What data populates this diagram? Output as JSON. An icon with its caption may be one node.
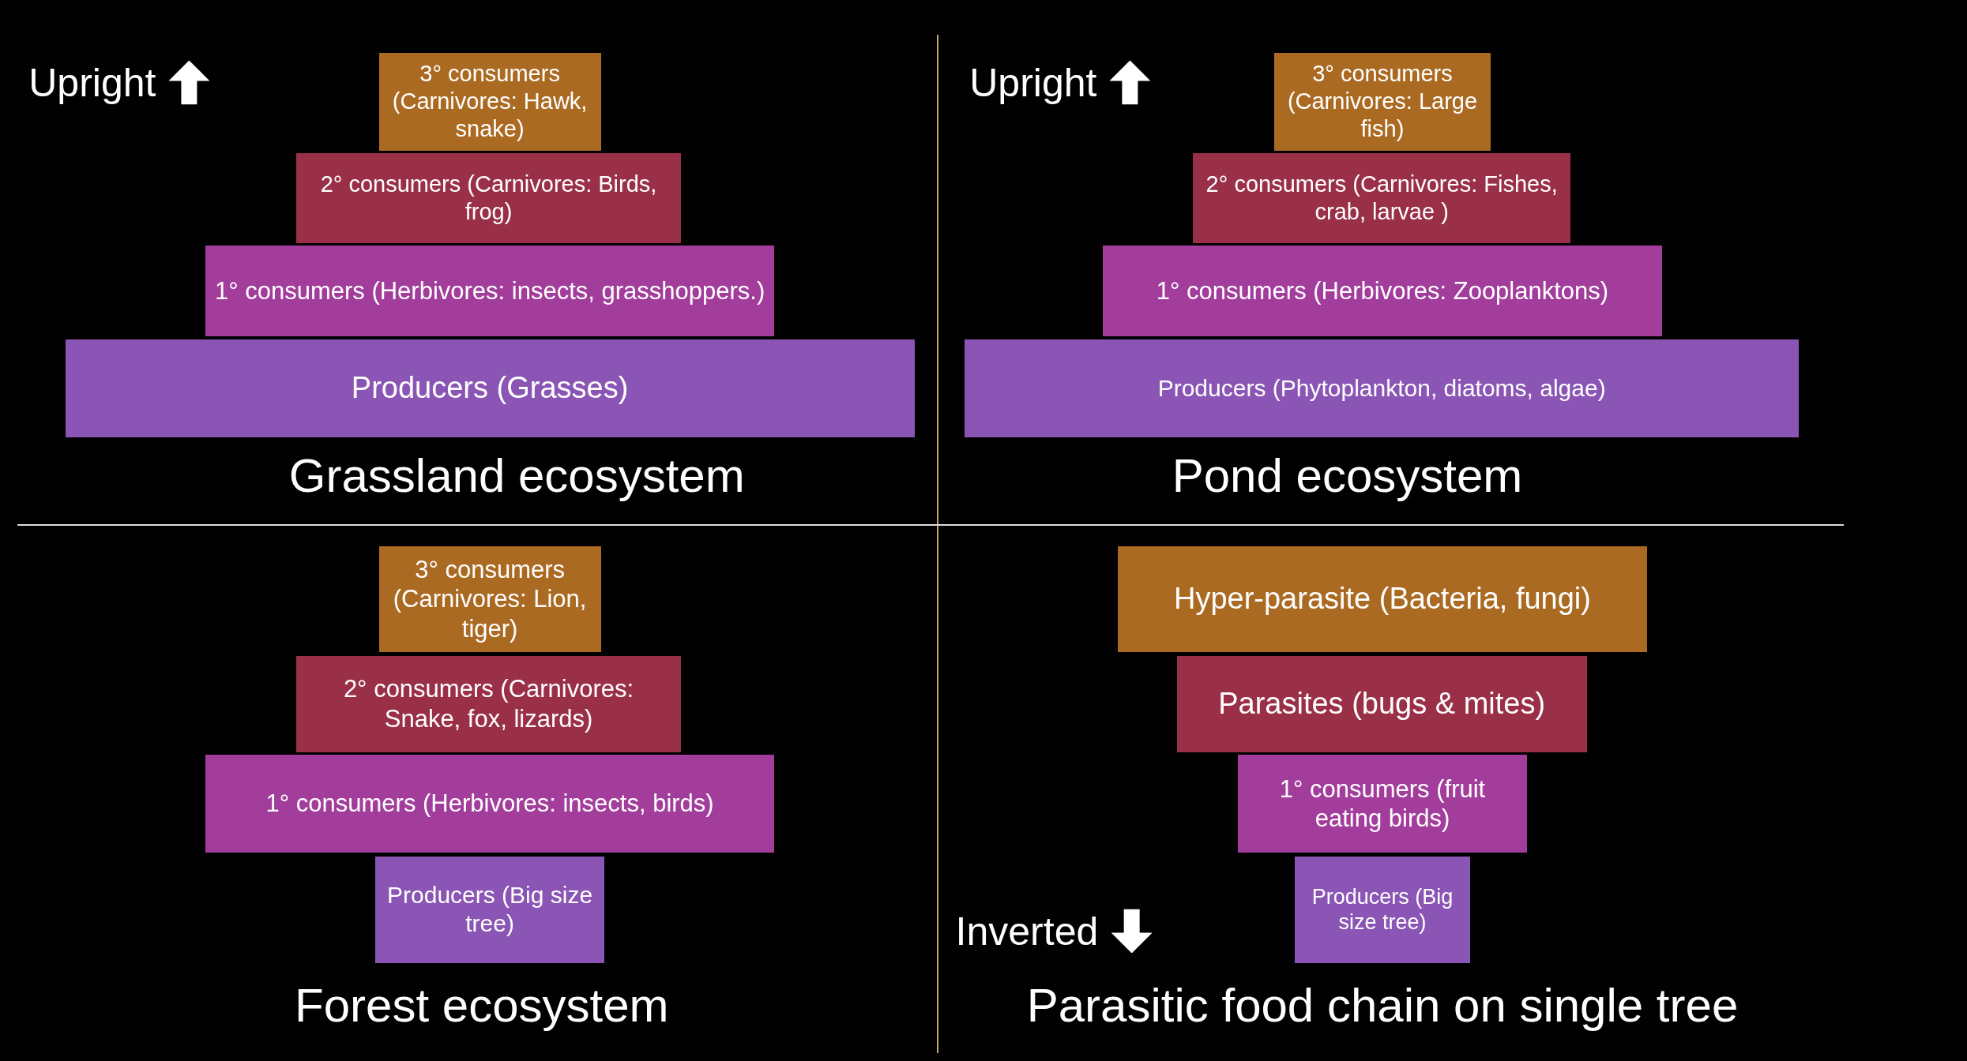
{
  "diagram": {
    "nodes": [
      {
        "text": [
          "3° consumers (Carnivores: Hawk, snake)"
        ]
      },
      {
        "text": [
          "2° consumers (Carnivores: Birds, frog)"
        ]
      },
      {
        "text": [
          "1° consumers (Herbivores: insects, grasshoppers.)"
        ]
      },
      {
        "text": [
          "Producers (Grasses)"
        ]
      },
      {
        "text": [
          "3° consumers (Carnivores: Large fish)"
        ]
      },
      {
        "text": [
          "2° consumers (Carnivores: Fishes, crab, larvae )"
        ]
      },
      {
        "text": [
          "1° consumers (Herbivores: Zooplanktons)"
        ]
      },
      {
        "text": [
          "Producers (Phytoplankton, diatoms, algae)"
        ]
      },
      {
        "text": [
          "3° consumers (Carnivores: Lion, tiger)"
        ]
      },
      {
        "text": [
          "2° consumers (Carnivores: Snake, fox, lizards)"
        ]
      },
      {
        "text": [
          "1° consumers (Herbivores: insects, birds)"
        ]
      },
      {
        "text": [
          "Producers (Big size tree)"
        ]
      },
      {
        "text": [
          "Hyper-parasite (Bacteria, fungi)"
        ]
      },
      {
        "text": [
          "Parasites (bugs & mites)"
        ]
      },
      {
        "text": [
          "1° consumers (fruit eating birds)"
        ]
      },
      {
        "text": [
          "Producers (Big size tree)"
        ]
      }
    ],
    "labels": [
      "Upright",
      "Upright",
      "Grassland ecosystem",
      "Pond ecosystem",
      "Inverted",
      "Forest ecosystem",
      "Parasitic food chain on single tree"
    ]
  }
}
